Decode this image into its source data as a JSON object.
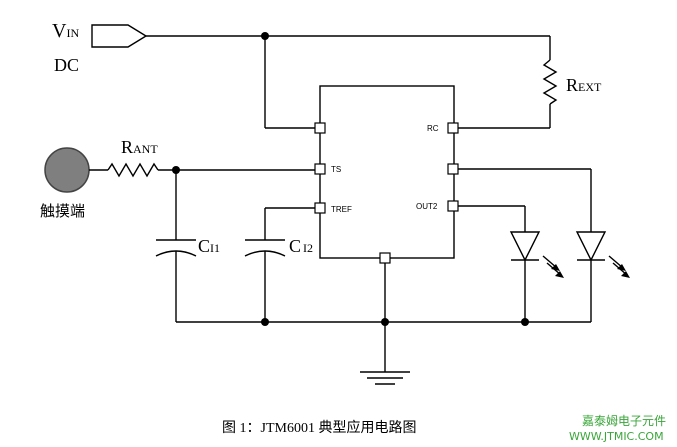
{
  "labels": {
    "vin_main": "V",
    "vin_sub": "IN",
    "dc": "DC",
    "rext_main": "R",
    "rext_sub": "EXT",
    "rant_main": "R",
    "rant_sub": "ANT",
    "ci1_main": "C",
    "ci1_sub": "I1",
    "ci2_main": "C",
    "ci2_sub": "I2",
    "touch_pad": "触摸端"
  },
  "pins": {
    "rc": "RC",
    "ts": "TS",
    "tref": "TREF",
    "out2": "OUT2"
  },
  "caption": "图 1：JTM6001 典型应用电路图",
  "watermark": {
    "name": "嘉泰姆电子元件",
    "url": "WWW.JTMIC.COM"
  }
}
